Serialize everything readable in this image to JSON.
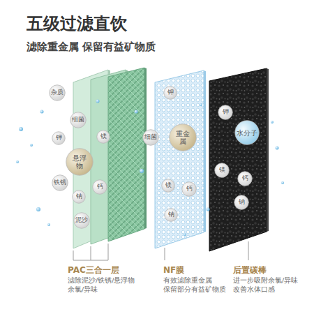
{
  "diagram": {
    "title": "五级过滤直饮",
    "nodes": [
      {
        "text": [
          "杂质"
        ]
      },
      {
        "text": [
          "细菌"
        ]
      },
      {
        "text": [
          "钾"
        ]
      },
      {
        "text": [
          "镁"
        ]
      },
      {
        "text": [
          "悬浮物"
        ]
      },
      {
        "text": [
          "铁锈"
        ]
      },
      {
        "text": [
          "钙"
        ]
      },
      {
        "text": [
          "钠"
        ]
      },
      {
        "text": [
          "泥沙"
        ]
      },
      {
        "text": [
          "钾"
        ]
      },
      {
        "text": [
          "细菌"
        ]
      },
      {
        "text": [
          "重金属"
        ]
      },
      {
        "text": [
          "镁"
        ]
      },
      {
        "text": [
          "钙"
        ]
      },
      {
        "text": [
          "钠"
        ]
      },
      {
        "text": [
          "钾"
        ]
      },
      {
        "text": [
          "水分子"
        ]
      },
      {
        "text": [
          "镁"
        ]
      },
      {
        "text": [
          "钙"
        ]
      },
      {
        "text": [
          "钠"
        ]
      }
    ],
    "labels": [
      "滤除重金属 保留有益矿物质",
      "PAC三合一层",
      "滤除泥沙/铁锈/悬浮物 余氯/异味",
      "NF膜",
      "有效滤除重金属 保留部分有益矿物质",
      "后置碳棒",
      "进一步吸附余氯/异味 改善水体口感"
    ]
  }
}
